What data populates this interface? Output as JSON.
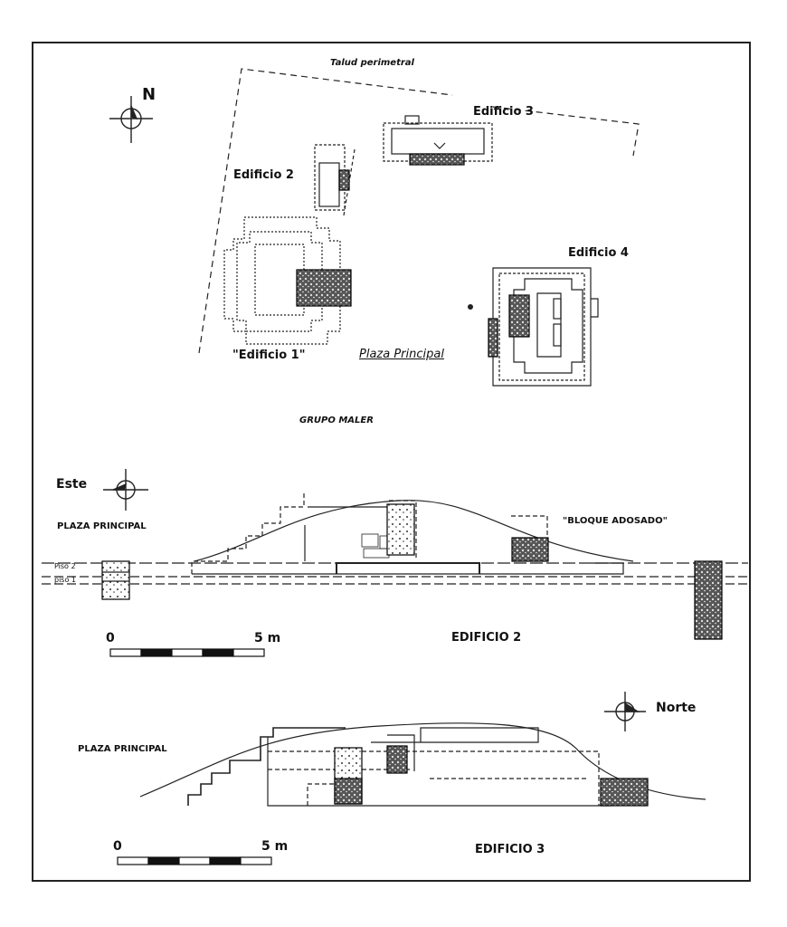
{
  "plan": {
    "talud": "Talud perimetral",
    "north": "N",
    "edificio1": "\"Edificio 1\"",
    "edificio2": "Edificio 2",
    "edificio3": "Edificio 3",
    "edificio4": "Edificio 4",
    "plaza": "Plaza Principal",
    "group": "GRUPO MALER"
  },
  "section_e2": {
    "direction": "Este",
    "plaza": "PLAZA PRINCIPAL",
    "bloque": "\"BLOQUE ADOSADO\"",
    "piso2": "Piso 2",
    "piso1": "piso 1",
    "scale_start": "0",
    "scale_end": "5 m",
    "title": "EDIFICIO 2"
  },
  "section_e3": {
    "direction": "Norte",
    "plaza": "PLAZA PRINCIPAL",
    "scale_start": "0",
    "scale_end": "5 m",
    "title": "EDIFICIO 3"
  }
}
